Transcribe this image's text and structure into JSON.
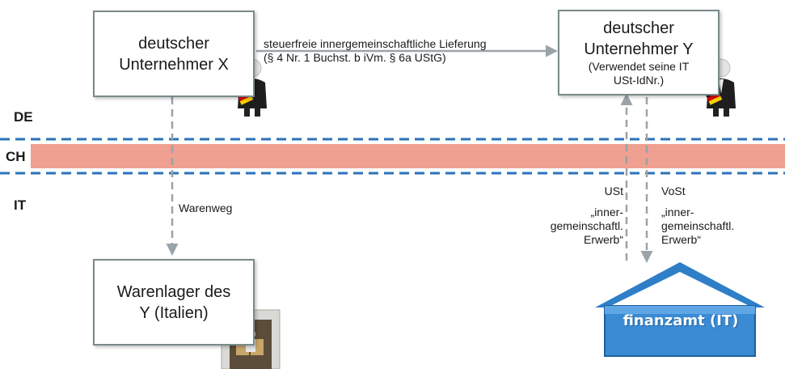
{
  "box_x": {
    "line1": "deutscher",
    "line2": "Unternehmer X"
  },
  "box_y": {
    "line1": "deutscher",
    "line2": "Unternehmer Y",
    "note1": "(Verwendet seine IT",
    "note2": "USt-IdNr.)"
  },
  "box_warehouse": {
    "line1": "Warenlager des",
    "line2": "Y (Italien)"
  },
  "delivery": {
    "line1": "steuerfreie innergemeinschaftliche Lieferung",
    "line2": "(§ 4 Nr. 1 Buchst. b iVm. § 6a UStG)"
  },
  "regions": {
    "de": "DE",
    "ch": "CH",
    "it": "IT"
  },
  "warenweg": "Warenweg",
  "ust": {
    "title": "USt",
    "l1": "„inner-",
    "l2": "gemeinschaftl.",
    "l3": "Erwerb“"
  },
  "vost": {
    "title": "VoSt",
    "l1": "„inner-",
    "l2": "gemeinschaftl.",
    "l3": "Erwerb“"
  },
  "finanzamt_sign": "finanzamt (IT)",
  "colors": {
    "ch_band": "#f0a090",
    "dash_border": "#2a73b8",
    "arrow": "#9aa3a8",
    "house": "#2e7fc8"
  },
  "icons": [
    "businessman-flag-icon",
    "businessman-flag-icon",
    "warehouse-icon",
    "finanzamt-house-icon"
  ]
}
